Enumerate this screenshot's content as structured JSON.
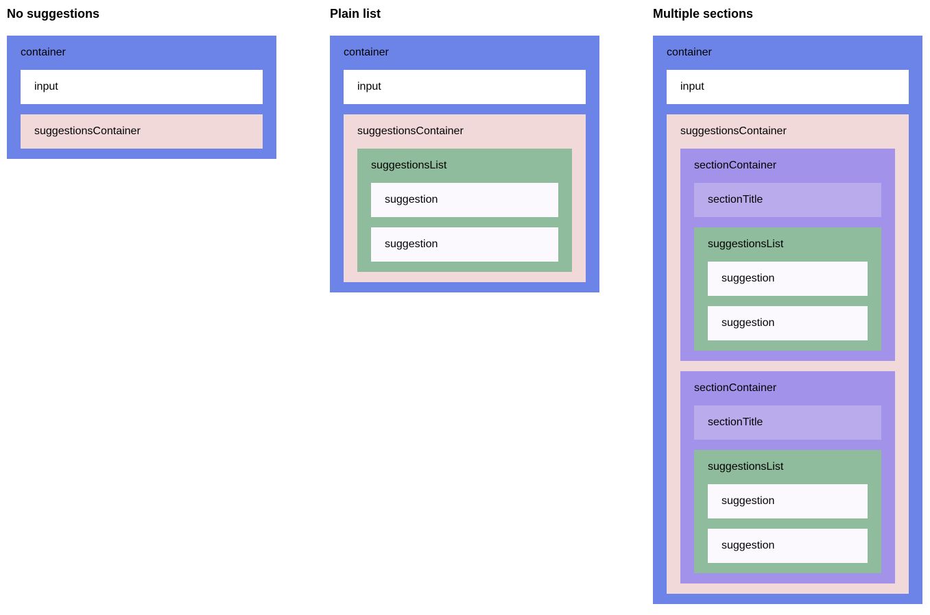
{
  "colors": {
    "container": "#6c83e8",
    "input": "#ffffff",
    "suggestions_container": "#f2d9d9",
    "suggestions_list": "#8fbc9c",
    "suggestion": "#fbf9fe",
    "section_container": "#a392e9",
    "section_title": "#b9abec",
    "text": "#000000",
    "page_background": "#ffffff"
  },
  "headings": [
    "No suggestions",
    "Plain list",
    "Multiple sections"
  ],
  "labels": {
    "container": "container",
    "input": "input",
    "suggestionsContainer": "suggestionsContainer",
    "suggestionsList": "suggestionsList",
    "suggestion": "suggestion",
    "sectionContainer": "sectionContainer",
    "sectionTitle": "sectionTitle"
  }
}
